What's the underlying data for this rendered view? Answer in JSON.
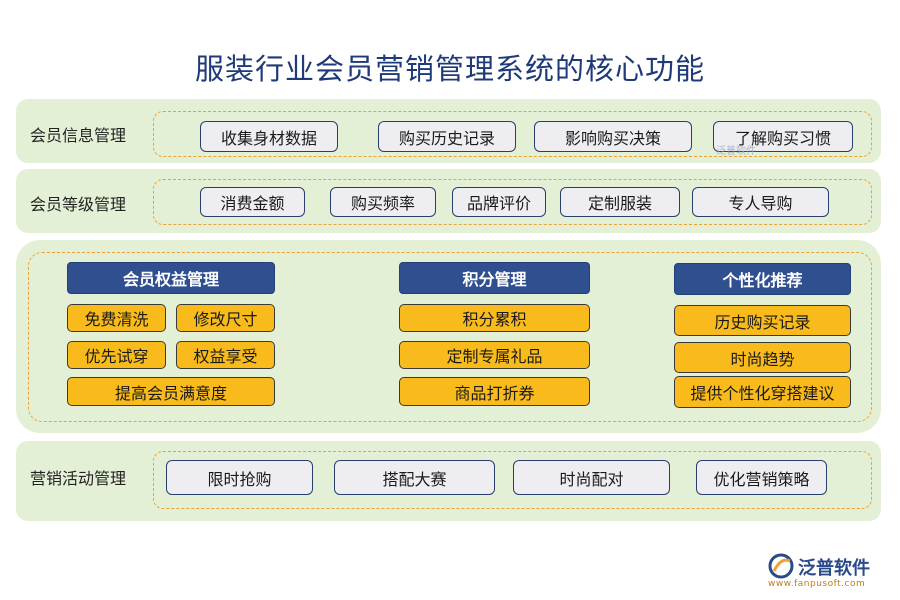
{
  "title": "服装行业会员营销管理系统的核心功能",
  "info": {
    "label": "会员信息管理",
    "items": [
      "收集身材数据",
      "购买历史记录",
      "影响购买决策",
      "了解购买习惯"
    ]
  },
  "level": {
    "label": "会员等级管理",
    "items": [
      "消费金额",
      "购买频率",
      "品牌评价",
      "定制服装",
      "专人导购"
    ]
  },
  "middle": {
    "benefits": {
      "header": "会员权益管理",
      "items": [
        "免费清洗",
        "修改尺寸",
        "优先试穿",
        "权益享受",
        "提高会员满意度"
      ]
    },
    "points": {
      "header": "积分管理",
      "items": [
        "积分累积",
        "定制专属礼品",
        "商品打折券"
      ]
    },
    "personal": {
      "header": "个性化推荐",
      "items": [
        "历史购买记录",
        "时尚趋势",
        "提供个性化穿搭建议"
      ]
    }
  },
  "marketing": {
    "label": "营销活动管理",
    "items": [
      "限时抢购",
      "搭配大赛",
      "时尚配对",
      "优化营销策略"
    ]
  },
  "watermark": "泛普软件",
  "logo": {
    "name": "泛普软件",
    "url": "www.fanpusoft.com"
  },
  "colors": {
    "band": "#e4f0d6",
    "dash": "#f0a030",
    "header": "#2f4f8f",
    "gold": "#f8bb1b",
    "title": "#1f3a78"
  }
}
